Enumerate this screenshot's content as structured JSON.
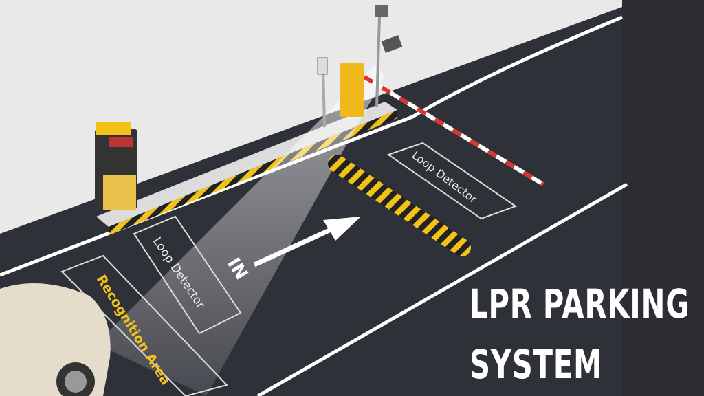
{
  "title": {
    "line1": "LPR PARKING",
    "line2": "SYSTEM"
  },
  "markings": {
    "loop_detector_entry": "Loop Detector",
    "loop_detector_exit": "Loop Detector",
    "recognition_area": "Recognition Area",
    "direction": "IN"
  },
  "colors": {
    "asphalt": "#2f3139",
    "panel": "#2b2d33",
    "ground": "#e9e9e9",
    "accent": "#f2c21b"
  }
}
